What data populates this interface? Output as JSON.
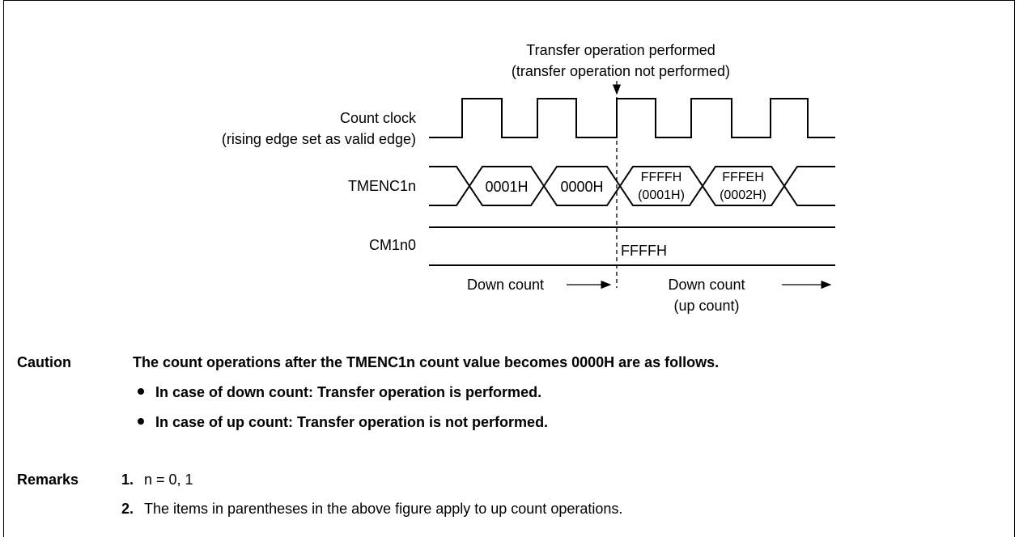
{
  "diagram": {
    "annotation_line1": "Transfer operation performed",
    "annotation_line2": "(transfer operation not performed)",
    "clock_label_line1": "Count clock",
    "clock_label_line2": "(rising edge set as valid edge)",
    "tmenc_label": "TMENC1n",
    "cm_label": "CM1n0",
    "tmenc_values": [
      {
        "top": "0001H",
        "bottom": ""
      },
      {
        "top": "0000H",
        "bottom": ""
      },
      {
        "top": "FFFFH",
        "bottom": "(0001H)"
      },
      {
        "top": "FFFEH",
        "bottom": "(0002H)"
      }
    ],
    "cm_value": "FFFFH",
    "down_count_left": "Down count",
    "down_count_right_line1": "Down count",
    "down_count_right_line2": "(up count)"
  },
  "caution": {
    "label": "Caution",
    "text": "The count operations after the TMENC1n count value becomes 0000H are as follows.",
    "bullets": [
      "In case of down count: Transfer operation is performed.",
      "In case of up count: Transfer operation is not performed."
    ]
  },
  "remarks": {
    "label": "Remarks",
    "items": [
      {
        "num": "1.",
        "text": "n = 0, 1"
      },
      {
        "num": "2.",
        "text": "The items in parentheses in the above figure apply to up count operations."
      }
    ]
  }
}
